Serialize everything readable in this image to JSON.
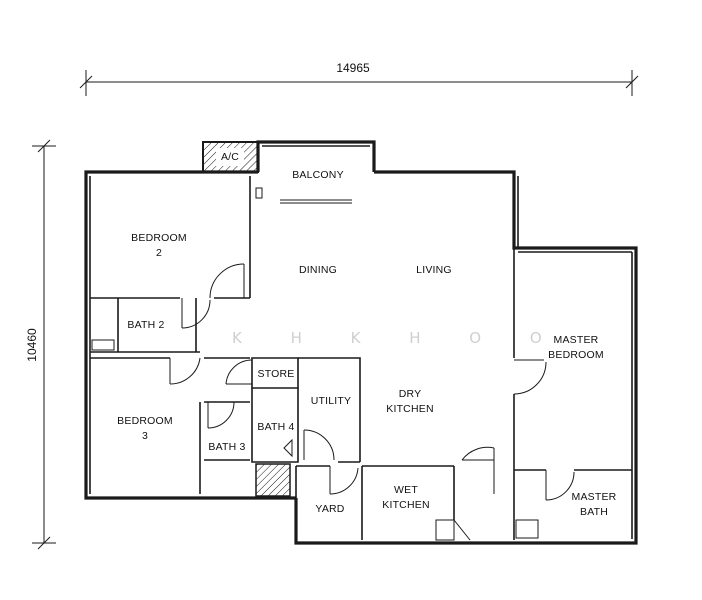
{
  "dimensions": {
    "width": "14965",
    "height": "10460"
  },
  "watermark": "K H K H O O",
  "rooms": {
    "ac": "A/C",
    "balcony": "BALCONY",
    "bedroom2_line1": "BEDROOM",
    "bedroom2_line2": "2",
    "dining": "DINING",
    "living": "LIVING",
    "bath2": "BATH 2",
    "master_bedroom_line1": "MASTER",
    "master_bedroom_line2": "BEDROOM",
    "store": "STORE",
    "utility": "UTILITY",
    "dry_kitchen_line1": "DRY",
    "dry_kitchen_line2": "KITCHEN",
    "bedroom3_line1": "BEDROOM",
    "bedroom3_line2": "3",
    "bath3": "BATH 3",
    "bath4": "BATH 4",
    "yard": "YARD",
    "wet_kitchen_line1": "WET",
    "wet_kitchen_line2": "KITCHEN",
    "master_bath_line1": "MASTER",
    "master_bath_line2": "BATH"
  }
}
